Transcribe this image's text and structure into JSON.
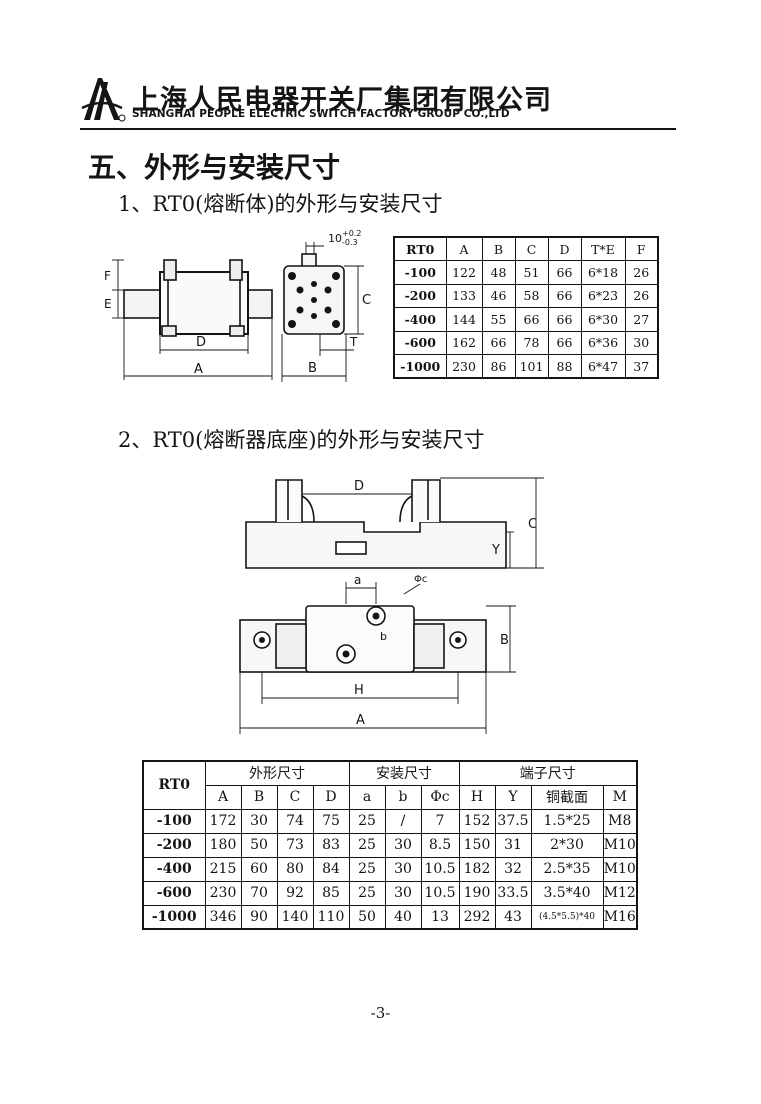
{
  "header": {
    "company_cn": "上海人民电器开关厂集团有限公司",
    "company_en": "SHANGHAI PEOPLE ELECTRIC SWITCH FACTORY GROUP CO.,LTD"
  },
  "section_title": "五、外形与安装尺寸",
  "part1": {
    "title": "1、RT0(熔断体)的外形与安装尺寸",
    "dim_labels": {
      "F": "F",
      "E": "E",
      "D": "D",
      "A": "A",
      "B": "B",
      "C": "C",
      "T": "T"
    },
    "tolerance": {
      "base": "10",
      "upper": "+0.2",
      "lower": "-0.3"
    },
    "table": {
      "headers": [
        "RT0",
        "A",
        "B",
        "C",
        "D",
        "T*E",
        "F"
      ],
      "rows": [
        [
          "-100",
          "122",
          "48",
          "51",
          "66",
          "6*18",
          "26"
        ],
        [
          "-200",
          "133",
          "46",
          "58",
          "66",
          "6*23",
          "26"
        ],
        [
          "-400",
          "144",
          "55",
          "66",
          "66",
          "6*30",
          "27"
        ],
        [
          "-600",
          "162",
          "66",
          "78",
          "66",
          "6*36",
          "30"
        ],
        [
          "-1000",
          "230",
          "86",
          "101",
          "88",
          "6*47",
          "37"
        ]
      ]
    }
  },
  "part2": {
    "title": "2、RT0(熔断器底座)的外形与安装尺寸",
    "dim_labels": {
      "D": "D",
      "C": "C",
      "Y": "Y",
      "a": "a",
      "b": "b",
      "phic": "Φc",
      "B": "B",
      "H": "H",
      "A": "A"
    },
    "table": {
      "model_header": "RT0",
      "group_headers": [
        "外形尺寸",
        "安装尺寸",
        "端子尺寸"
      ],
      "sub_headers": [
        "A",
        "B",
        "C",
        "D",
        "a",
        "b",
        "Φc",
        "H",
        "Y",
        "铜截面",
        "M"
      ],
      "rows": [
        [
          "-100",
          "172",
          "30",
          "74",
          "75",
          "25",
          "/",
          "7",
          "152",
          "37.5",
          "1.5*25",
          "M8"
        ],
        [
          "-200",
          "180",
          "50",
          "73",
          "83",
          "25",
          "30",
          "8.5",
          "150",
          "31",
          "2*30",
          "M10"
        ],
        [
          "-400",
          "215",
          "60",
          "80",
          "84",
          "25",
          "30",
          "10.5",
          "182",
          "32",
          "2.5*35",
          "M10"
        ],
        [
          "-600",
          "230",
          "70",
          "92",
          "85",
          "25",
          "30",
          "10.5",
          "190",
          "33.5",
          "3.5*40",
          "M12"
        ],
        [
          "-1000",
          "346",
          "90",
          "140",
          "110",
          "50",
          "40",
          "13",
          "292",
          "43",
          "(4.5*5.5)*40",
          "M16"
        ]
      ]
    }
  },
  "page_number": "-3-"
}
